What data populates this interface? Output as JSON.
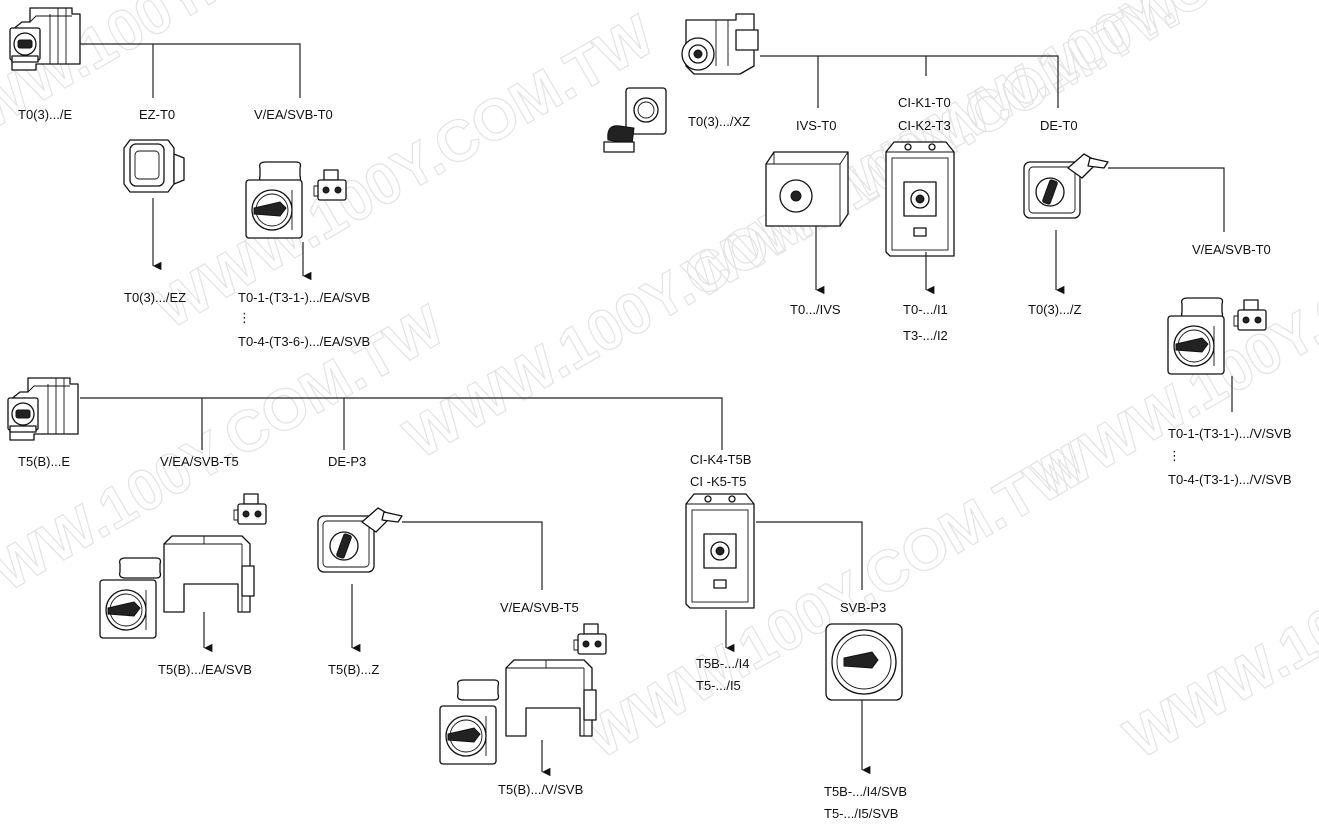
{
  "watermark": "WWW.100Y.COM.TW",
  "labels": {
    "t0_e": "T0(3).../E",
    "ez_t0": "EZ-T0",
    "v_ea_svb_t0_a": "V/EA/SVB-T0",
    "t0_ez": "T0(3).../EZ",
    "t0_1_ea_svb": "T0-1-(T3-1-).../EA/SVB",
    "t0_4_ea_svb": "T0-4-(T3-6-).../EA/SVB",
    "t0_xz": "T0(3).../XZ",
    "ivs_t0": "IVS-T0",
    "ci_k1_t0": "CI-K1-T0",
    "ci_k2_t3": "CI-K2-T3",
    "de_t0": "DE-T0",
    "t0_ivs": "T0.../IVS",
    "t0_i1": "T0-.../I1",
    "t3_i2": "T3-.../I2",
    "t0_z": "T0(3).../Z",
    "v_ea_svb_t0_b": "V/EA/SVB-T0",
    "t0_1_v_svb": "T0-1-(T3-1-).../V/SVB",
    "t0_4_v_svb": "T0-4-(T3-1-).../V/SVB",
    "t5_e": "T5(B)...E",
    "v_ea_svb_t5_a": "V/EA/SVB-T5",
    "de_p3": "DE-P3",
    "ci_k4_t5b": "CI-K4-T5B",
    "ci_k5_t5": "CI -K5-T5",
    "t5_ea_svb": "T5(B).../EA/SVB",
    "t5_z": "T5(B)...Z",
    "v_ea_svb_t5_b": "V/EA/SVB-T5",
    "t5b_i4": "T5B-.../I4",
    "t5_i5": "T5-.../I5",
    "svb_p3": "SVB-P3",
    "t5_v_svb": "T5(B).../V/SVB",
    "t5b_i4_svb": "T5B-.../I4/SVB",
    "t5_i5_svb": "T5-.../I5/SVB"
  }
}
